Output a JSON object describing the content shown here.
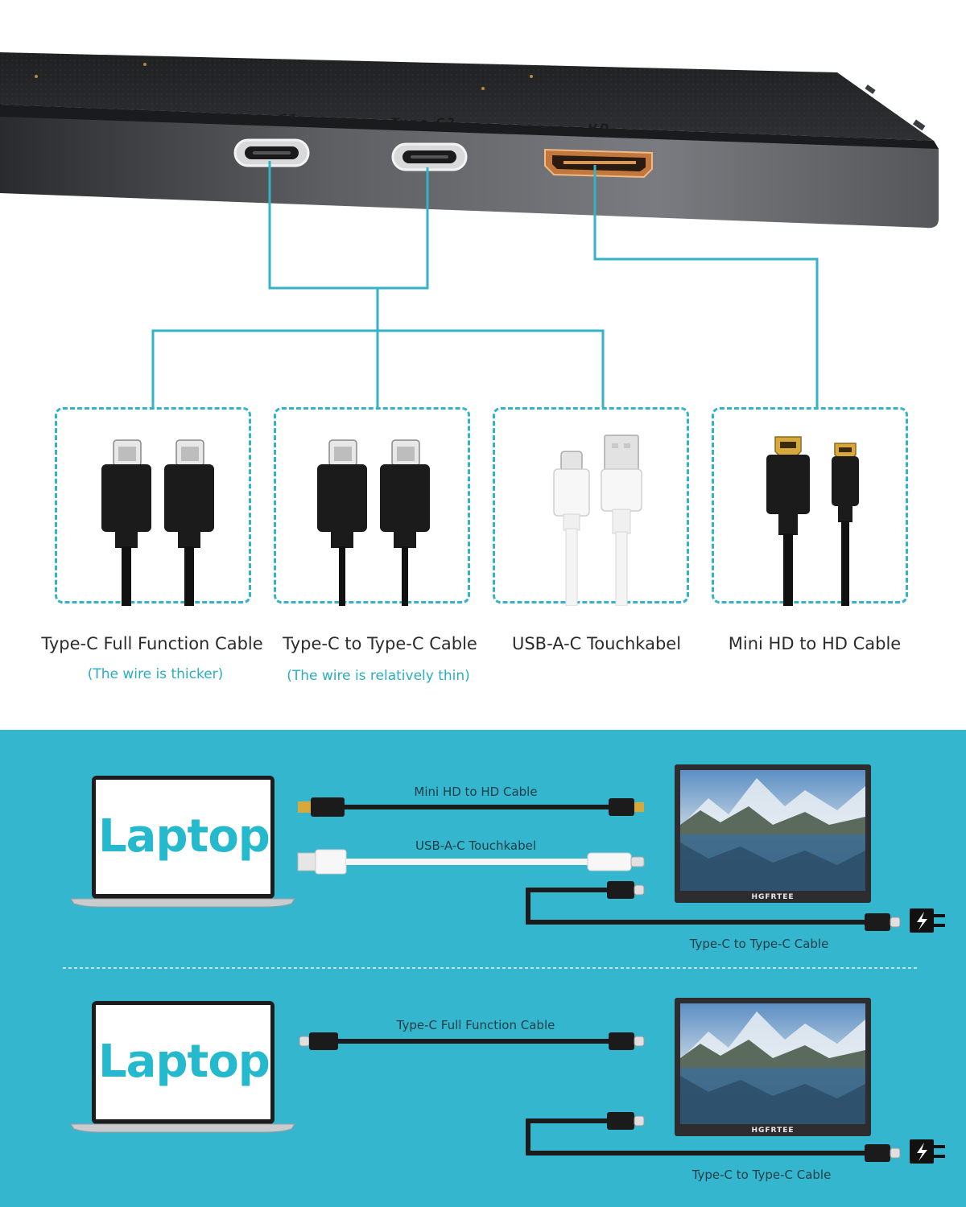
{
  "device": {
    "ports": [
      {
        "label": "Type  C1",
        "kind": "usb-c"
      },
      {
        "label": "Type  C2",
        "kind": "usb-c"
      },
      {
        "label": "HD",
        "kind": "mini-hdmi"
      }
    ],
    "colors": {
      "body": "#2b2b2e",
      "edge": "#6e6f73",
      "accent_line": "#32b3c7"
    }
  },
  "cables": [
    {
      "name": "Type-C Full Function Cable",
      "note": "(The wire is thicker)",
      "icon": "usb-c-pair-icon",
      "color": "#1c1c1c"
    },
    {
      "name": "Type-C to Type-C Cable",
      "note": "(The wire is relatively thin)",
      "icon": "usb-c-pair-icon",
      "color": "#1c1c1c"
    },
    {
      "name": "USB-A-C Touchkabel",
      "note": "",
      "icon": "usb-a-to-c-icon",
      "color": "#f2f2f2"
    },
    {
      "name": "Mini HD to HD Cable",
      "note": "",
      "icon": "hdmi-pair-icon",
      "color": "#1c1c1c"
    }
  ],
  "setups": [
    {
      "laptop_label": "Laptop",
      "wires": [
        {
          "label": "Mini HD to HD Cable",
          "color": "#1c1c1c"
        },
        {
          "label": "USB-A-C Touchkabel",
          "color": "#f5f5f5"
        }
      ],
      "power_label": "Type-C to Type-C Cable",
      "monitor_brand": "HGFRTEE"
    },
    {
      "laptop_label": "Laptop",
      "wires": [
        {
          "label": "Type-C Full Function Cable",
          "color": "#1c1c1c"
        }
      ],
      "power_label": "Type-C to Type-C Cable",
      "monitor_brand": "HGFRTEE"
    }
  ],
  "icons": {
    "power": "power-plug-icon",
    "laptop": "laptop-icon",
    "monitor": "monitor-icon"
  },
  "colors": {
    "panel_bg": "#35b6cf",
    "accent": "#32b3c7",
    "laptop_text": "#24b9cc"
  }
}
